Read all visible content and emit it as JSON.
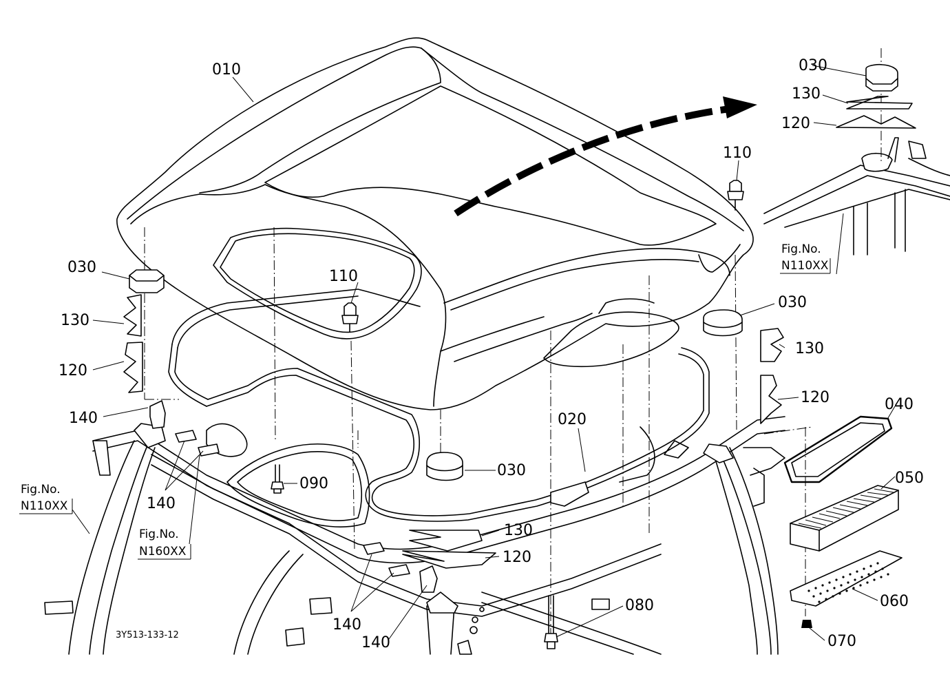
{
  "labels": {
    "p010": "010",
    "p020": "020",
    "p030a": "030",
    "p030b": "030",
    "p030c": "030",
    "p030d": "030",
    "p040": "040",
    "p050": "050",
    "p060": "060",
    "p070": "070",
    "p080": "080",
    "p090": "090",
    "p110a": "110",
    "p110b": "110",
    "p120a": "120",
    "p120b": "120",
    "p120c": "120",
    "p120d": "120",
    "p130a": "130",
    "p130b": "130",
    "p130c": "130",
    "p130d": "130",
    "p140a": "140",
    "p140b": "140",
    "p140c": "140",
    "p140d": "140"
  },
  "figrefs": {
    "ref_top_right": {
      "line1": "Fig.No.",
      "line2": "N110XX"
    },
    "ref_left": {
      "line1": "Fig.No.",
      "line2": "N110XX"
    },
    "ref_center": {
      "line1": "Fig.No.",
      "line2": "N160XX"
    }
  },
  "drawing_code": "3Y513-133-12"
}
